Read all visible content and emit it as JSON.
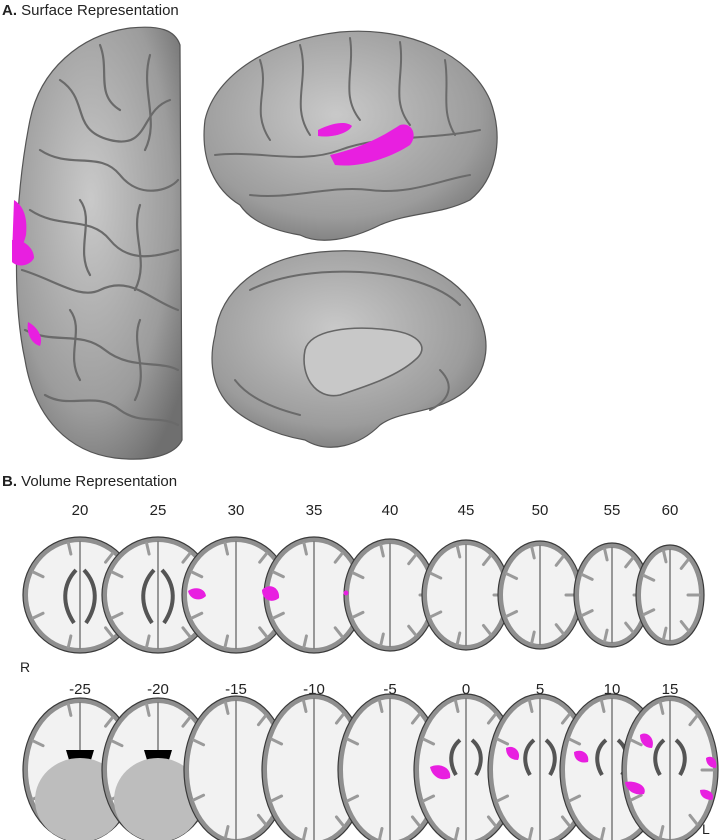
{
  "panel_a": {
    "label": "A.",
    "title": "Surface Representation"
  },
  "panel_b": {
    "label": "B.",
    "title": "Volume Representation",
    "row1": [
      "20",
      "25",
      "30",
      "35",
      "40",
      "45",
      "50",
      "55",
      "60"
    ],
    "row2": [
      "-25",
      "-20",
      "-15",
      "-10",
      "-5",
      "0",
      "5",
      "10",
      "15"
    ],
    "side_left": "R",
    "side_right": "L"
  },
  "colors": {
    "highlight": "#e81fe0",
    "cortex": "#8f8f8f",
    "white_matter": "#f2f2f2"
  }
}
